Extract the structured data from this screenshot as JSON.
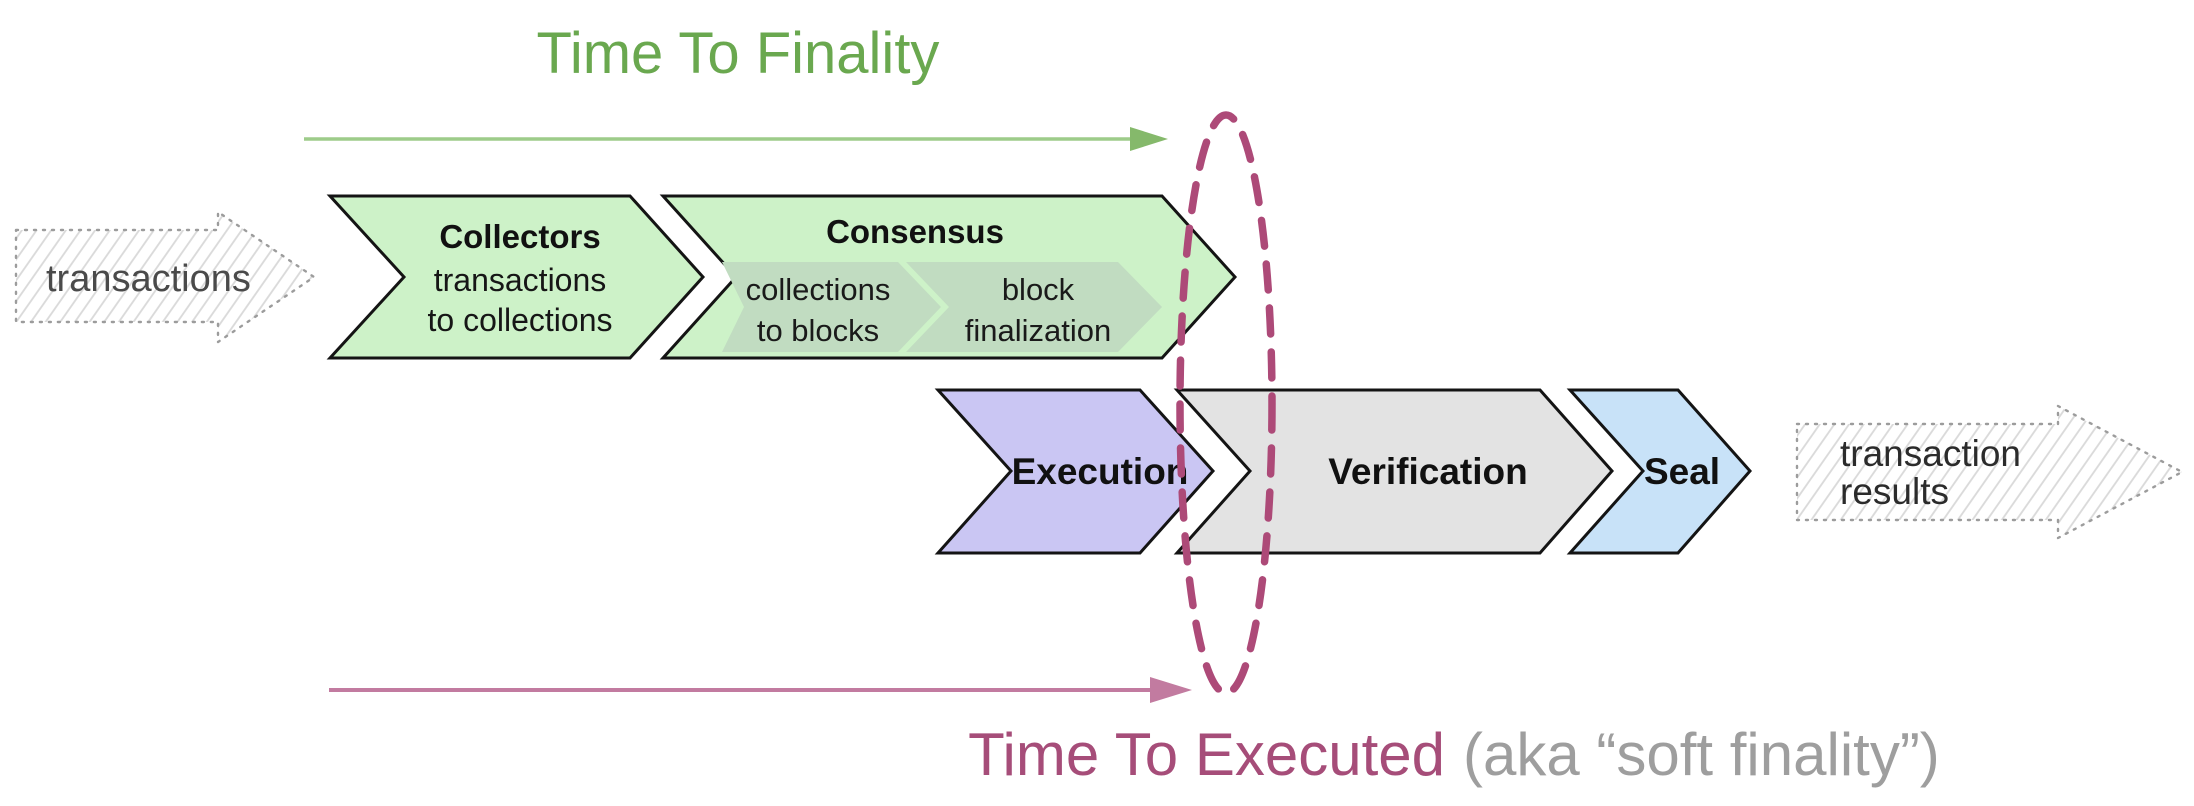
{
  "title": {
    "text": "Time To Finality",
    "color": "#6aa84f"
  },
  "footer": {
    "text": "Time To Executed",
    "suffix": "(aka “soft finality”)",
    "color": "#a64d79",
    "suffix_color": "#9e9e9e"
  },
  "input_arrow": {
    "label": "transactions"
  },
  "output_arrow": {
    "line1": "transaction",
    "line2": "results"
  },
  "stages": {
    "collectors": {
      "title": "Collectors",
      "line1": "transactions",
      "line2": "to collections",
      "fill": "#cdf2c8"
    },
    "consensus": {
      "title": "Consensus",
      "fill": "#cdf2c8",
      "sub1": {
        "line1": "collections",
        "line2": "to blocks",
        "fill": "#c1dcc1"
      },
      "sub2": {
        "line1": "block",
        "line2": "finalization",
        "fill": "#c1dcc1"
      }
    },
    "execution": {
      "title": "Execution",
      "fill": "#cac6f3"
    },
    "verification": {
      "title": "Verification",
      "fill": "#e3e3e3"
    },
    "seal": {
      "title": "Seal",
      "fill": "#c8e2f8"
    }
  },
  "arrows": {
    "finality_line_color": "#9dcc8a",
    "finality_head_color": "#85b96b",
    "executed_color": "#c27ba0",
    "ellipse_color": "#ad4a78"
  }
}
